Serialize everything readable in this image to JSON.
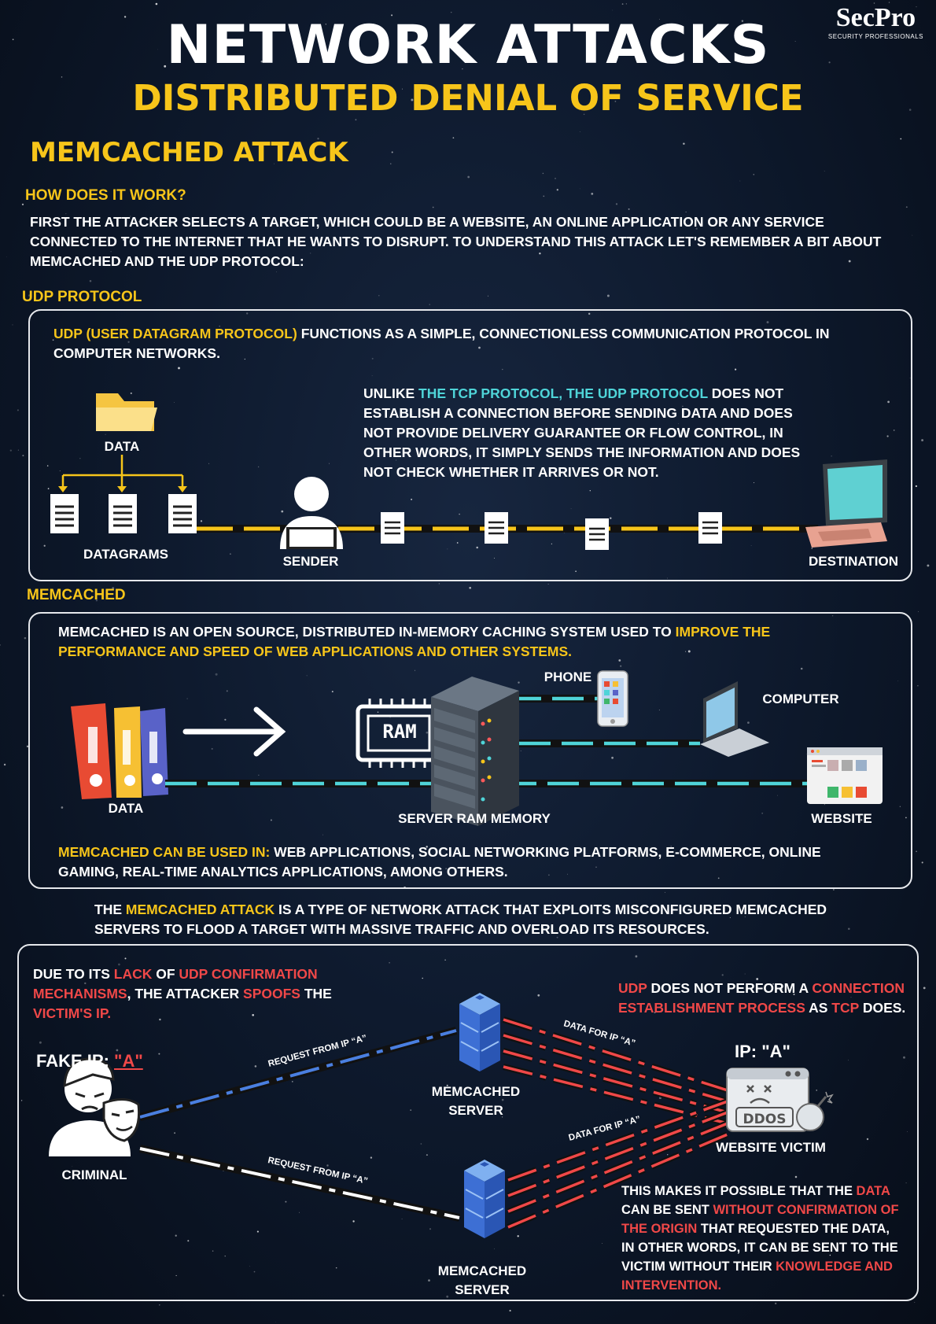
{
  "header": {
    "title": "NETWORK ATTACKS",
    "subtitle": "DISTRIBUTED DENIAL OF SERVICE",
    "logo": {
      "name": "SecPro",
      "tagline": "SECURITY PROFESSIONALS"
    }
  },
  "section_title": "MEMCACHED ATTACK",
  "how": {
    "label": "HOW DOES IT WORK?",
    "text": "FIRST THE ATTACKER SELECTS A TARGET, WHICH COULD BE A WEBSITE, AN ONLINE APPLICATION OR ANY SERVICE CONNECTED TO THE INTERNET THAT HE WANTS TO DISRUPT. TO UNDERSTAND THIS ATTACK LET'S REMEMBER A BIT ABOUT MEMCACHED AND THE UDP PROTOCOL:"
  },
  "udp": {
    "label": "UDP PROTOCOL",
    "intro_highlight": "UDP (USER DATAGRAM PROTOCOL)",
    "intro_rest": " FUNCTIONS AS A SIMPLE, CONNECTIONLESS COMMUNICATION PROTOCOL IN COMPUTER NETWORKS.",
    "desc_pre": "UNLIKE ",
    "desc_highlight": "THE TCP PROTOCOL, THE UDP PROTOCOL",
    "desc_rest": " DOES NOT ESTABLISH A CONNECTION BEFORE SENDING DATA AND DOES NOT PROVIDE DELIVERY GUARANTEE OR FLOW CONTROL, IN OTHER WORDS, IT SIMPLY SENDS THE INFORMATION AND DOES NOT CHECK WHETHER IT ARRIVES OR NOT.",
    "data_label": "DATA",
    "datagrams_label": "DATAGRAMS",
    "sender_label": "SENDER",
    "destination_label": "DESTINATION"
  },
  "memcached": {
    "label": "MEMCACHED",
    "desc_pre": "MEMCACHED IS AN OPEN SOURCE, DISTRIBUTED IN-MEMORY CACHING SYSTEM USED TO ",
    "desc_highlight": "IMPROVE THE PERFORMANCE AND SPEED OF WEB APPLICATIONS AND OTHER SYSTEMS.",
    "phone_label": "PHONE",
    "computer_label": "COMPUTER",
    "ram_label": "RAM",
    "data_label": "DATA",
    "server_label": "SERVER RAM MEMORY",
    "website_label": "WEBSITE",
    "uses_highlight": "MEMCACHED CAN BE USED IN:",
    "uses_rest": " WEB APPLICATIONS, SOCIAL NETWORKING PLATFORMS, E-COMMERCE, ONLINE GAMING, REAL-TIME ANALYTICS APPLICATIONS, AMONG OTHERS."
  },
  "attack_intro": {
    "pre": "THE ",
    "highlight": "MEMCACHED ATTACK",
    "rest": " IS A TYPE OF NETWORK ATTACK THAT EXPLOITS MISCONFIGURED MEMCACHED SERVERS TO FLOOD A TARGET WITH MASSIVE TRAFFIC AND OVERLOAD ITS RESOURCES."
  },
  "attack": {
    "spoof": [
      {
        "t": "DUE TO ITS ",
        "c": "w"
      },
      {
        "t": "LACK",
        "c": "r"
      },
      {
        "t": " OF ",
        "c": "w"
      },
      {
        "t": "UDP CONFIRMATION MECHANISMS",
        "c": "r"
      },
      {
        "t": ", THE ATTACKER ",
        "c": "w"
      },
      {
        "t": "SPOOFS",
        "c": "r"
      },
      {
        "t": " THE ",
        "c": "w"
      },
      {
        "t": "VICTIM'S IP.",
        "c": "r"
      }
    ],
    "udp_note": [
      {
        "t": "UDP",
        "c": "r"
      },
      {
        "t": " DOES NOT PERFORM A ",
        "c": "w"
      },
      {
        "t": "CONNECTION ESTABLISHMENT PROCESS",
        "c": "r"
      },
      {
        "t": " AS ",
        "c": "w"
      },
      {
        "t": "TCP",
        "c": "r"
      },
      {
        "t": " DOES.",
        "c": "w"
      }
    ],
    "fake_ip_prefix": "FAKE IP: ",
    "fake_ip_value": "\"A\"",
    "criminal_label": "CRIMINAL",
    "request_label_1": "REQUEST FROM IP “A”",
    "request_label_2": "REQUEST FROM IP “A”",
    "data_for_1": "DATA FOR IP “A”",
    "data_for_2": "DATA FOR IP “A”",
    "server_label_1": "MEMCACHED SERVER",
    "server_label_2": "MEMCACHED SERVER",
    "victim_ip": "IP: \"A\"",
    "victim_badge": "DDOS",
    "victim_label": "WEBSITE VICTIM",
    "conclusion": [
      {
        "t": "THIS MAKES IT POSSIBLE THAT THE ",
        "c": "w"
      },
      {
        "t": "DATA",
        "c": "r"
      },
      {
        "t": " CAN BE SENT ",
        "c": "w"
      },
      {
        "t": "WITHOUT CONFIRMATION OF THE ORIGIN",
        "c": "r"
      },
      {
        "t": " THAT REQUESTED THE DATA, IN OTHER WORDS, IT CAN BE SENT TO THE VICTIM WITHOUT THEIR ",
        "c": "w"
      },
      {
        "t": "KNOWLEDGE AND INTERVENTION.",
        "c": "r"
      }
    ]
  },
  "colors": {
    "yellow": "#f7c51a",
    "cyan": "#4fd4d8",
    "red": "#f04848",
    "blue": "#4a7fe0"
  }
}
